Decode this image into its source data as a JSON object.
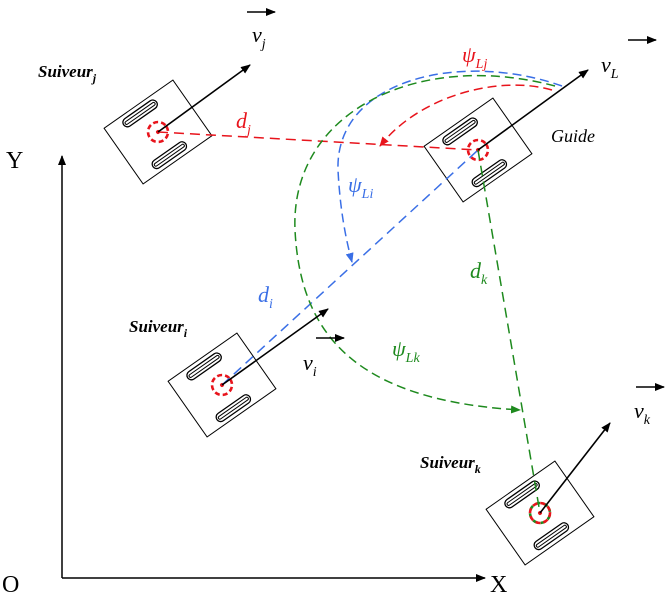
{
  "axes": {
    "x_label": "X",
    "y_label": "Y",
    "origin_label": "O"
  },
  "robots": {
    "guide": {
      "name": "Guide",
      "velocity": "v",
      "velocity_sub": "L"
    },
    "follower_j": {
      "name": "Suiveur",
      "name_sub": "j",
      "velocity": "v",
      "velocity_sub": "j"
    },
    "follower_i": {
      "name": "Suiveur",
      "name_sub": "i",
      "velocity": "v",
      "velocity_sub": "i"
    },
    "follower_k": {
      "name": "Suiveur",
      "name_sub": "k",
      "velocity": "v",
      "velocity_sub": "k"
    }
  },
  "distances": {
    "dj": {
      "symbol": "d",
      "sub": "j"
    },
    "di": {
      "symbol": "d",
      "sub": "i"
    },
    "dk": {
      "symbol": "d",
      "sub": "k"
    }
  },
  "angles": {
    "psi_lj": {
      "symbol": "ψ",
      "sub": "Lj"
    },
    "psi_li": {
      "symbol": "ψ",
      "sub": "Li"
    },
    "psi_lk": {
      "symbol": "ψ",
      "sub": "Lk"
    }
  },
  "colors": {
    "j": "#e8141c",
    "i": "#3a6fe6",
    "k": "#1e8a1e",
    "axis": "#000000"
  }
}
